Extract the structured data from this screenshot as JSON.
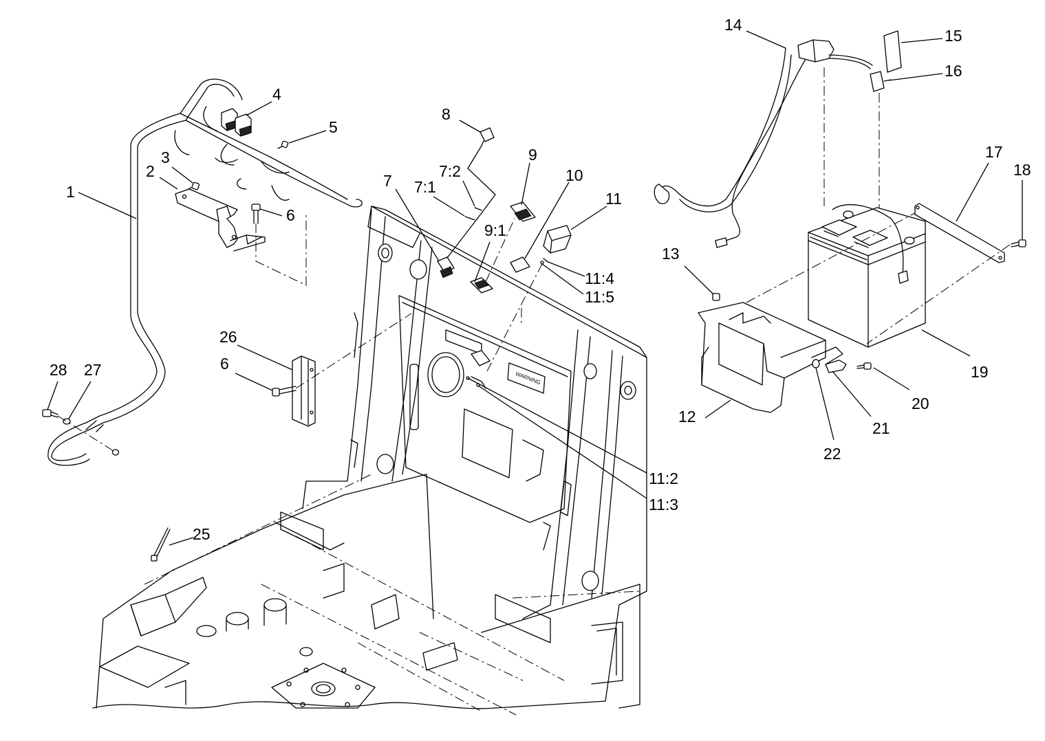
{
  "diagram": {
    "callouts": [
      {
        "id": "1",
        "text": "1"
      },
      {
        "id": "2",
        "text": "2"
      },
      {
        "id": "3",
        "text": "3"
      },
      {
        "id": "4",
        "text": "4"
      },
      {
        "id": "5",
        "text": "5"
      },
      {
        "id": "6a",
        "text": "6"
      },
      {
        "id": "6b",
        "text": "6"
      },
      {
        "id": "7",
        "text": "7"
      },
      {
        "id": "7-1",
        "text": "7:1"
      },
      {
        "id": "7-2",
        "text": "7:2"
      },
      {
        "id": "8",
        "text": "8"
      },
      {
        "id": "9",
        "text": "9"
      },
      {
        "id": "9-1",
        "text": "9:1"
      },
      {
        "id": "10",
        "text": "10"
      },
      {
        "id": "11",
        "text": "11"
      },
      {
        "id": "11-2",
        "text": "11:2"
      },
      {
        "id": "11-3",
        "text": "11:3"
      },
      {
        "id": "11-4",
        "text": "11:4"
      },
      {
        "id": "11-5",
        "text": "11:5"
      },
      {
        "id": "12",
        "text": "12"
      },
      {
        "id": "13",
        "text": "13"
      },
      {
        "id": "14",
        "text": "14"
      },
      {
        "id": "15",
        "text": "15"
      },
      {
        "id": "16",
        "text": "16"
      },
      {
        "id": "17",
        "text": "17"
      },
      {
        "id": "18",
        "text": "18"
      },
      {
        "id": "19",
        "text": "19"
      },
      {
        "id": "20",
        "text": "20"
      },
      {
        "id": "21",
        "text": "21"
      },
      {
        "id": "22",
        "text": "22"
      },
      {
        "id": "25",
        "text": "25"
      },
      {
        "id": "26",
        "text": "26"
      },
      {
        "id": "27",
        "text": "27"
      },
      {
        "id": "28",
        "text": "28"
      }
    ],
    "warning_decal": "WARNING"
  }
}
